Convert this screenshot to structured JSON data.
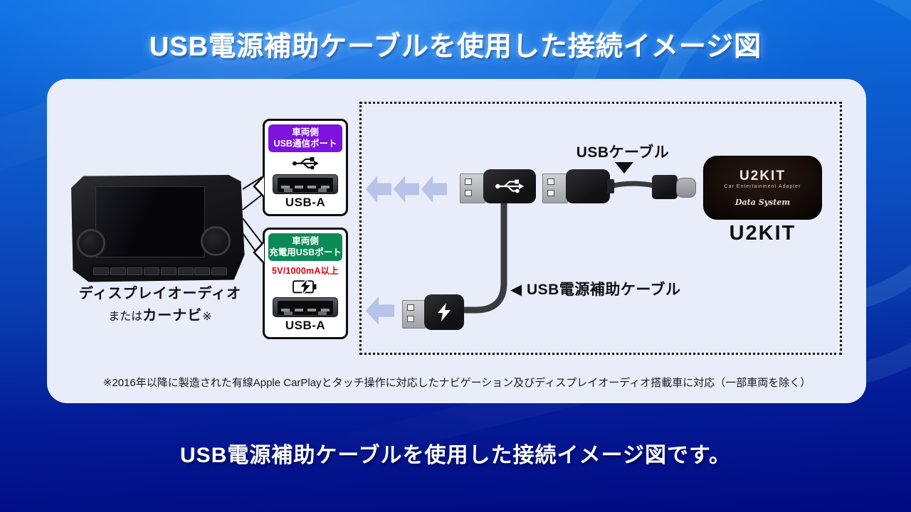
{
  "title": "USB電源補助ケーブルを使用した接続イメージ図",
  "bottom_caption": "USB電源補助ケーブルを使用した接続イメージ図です。",
  "footnote": "※2016年以降に製造された有線Apple CarPlayとタッチ操作に対応したナビゲーション及びディスプレイオーディオ搭載車に対応（一部車両を除く）",
  "head_unit": {
    "label_line1": "ディスプレイオーディオ",
    "label_line2_prefix": "または",
    "label_line2_bold": "カーナビ",
    "label_line2_suffix": "※"
  },
  "data_port_box": {
    "header_line1": "車両側",
    "header_line2": "USB通信ポート",
    "port_type": "USB-A"
  },
  "power_port_box": {
    "header_line1": "車両側",
    "header_line2": "充電用USBポート",
    "spec": "5V/1000mA以上",
    "port_type": "USB-A"
  },
  "labels": {
    "usb_cable": "USBケーブル",
    "aux_cable": "◀ USB電源補助ケーブル"
  },
  "device": {
    "name": "U2KIT",
    "subtitle": "Car Entertainment Adapter",
    "brand": "Data System",
    "caption": "U2KIT"
  },
  "colors": {
    "data_port_header": "#7d13dc",
    "power_port_header": "#0c8a56",
    "spec_text": "#e60012",
    "arrow": "#b7c4e8",
    "panel": "#e9ecf9",
    "background_top": "#0b70e3",
    "background_bottom": "#000a80"
  }
}
